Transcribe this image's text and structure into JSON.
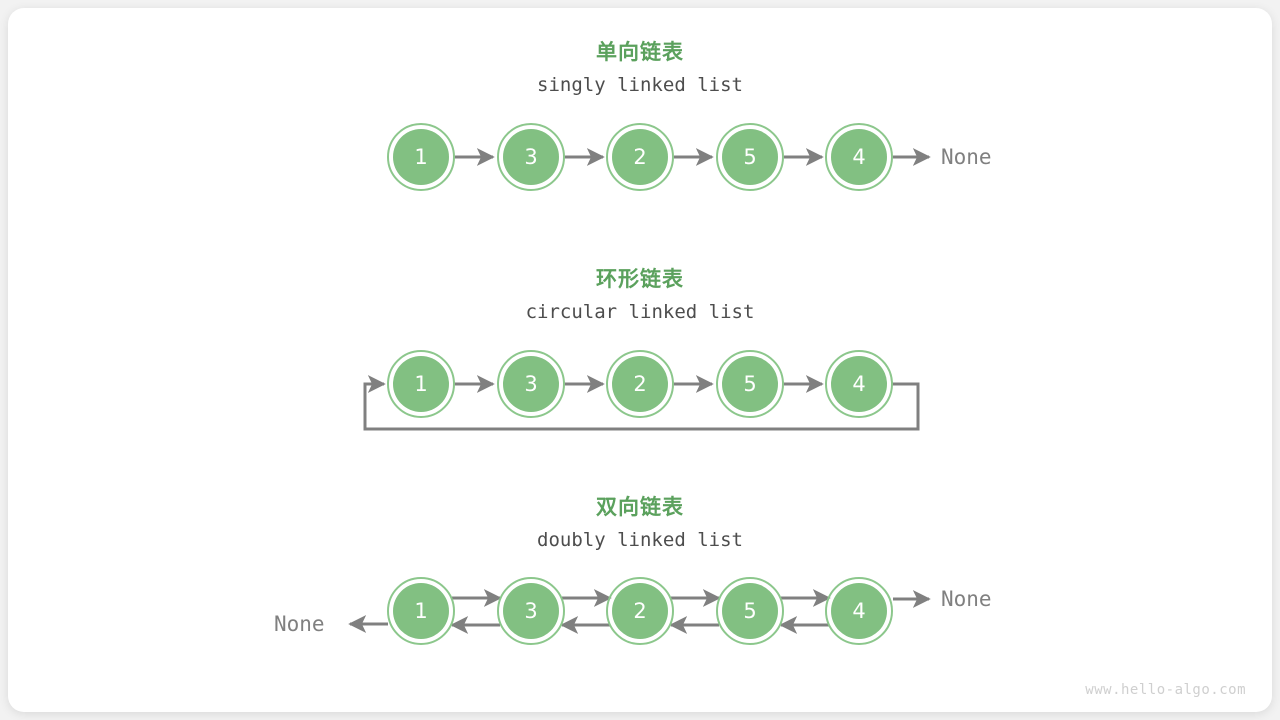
{
  "figure": {
    "watermark": "www.hello-algo.com",
    "colors": {
      "node_fill": "#82c082",
      "node_ring": "#8cc78c",
      "arrow": "#808080",
      "title_green": "#5ba15d",
      "text_gray": "#4d4d4d",
      "none_gray": "#808080",
      "card_bg": "#ffffff",
      "page_bg": "#f2f2f2",
      "watermark_gray": "#cfcfcf"
    }
  },
  "sections": [
    {
      "id": "singly",
      "title_cn": "单向链表",
      "title_en": "singly linked list",
      "nodes": [
        "1",
        "3",
        "2",
        "5",
        "4"
      ],
      "tail_label": "None",
      "head_label": "",
      "loop_back": false
    },
    {
      "id": "circular",
      "title_cn": "环形链表",
      "title_en": "circular linked list",
      "nodes": [
        "1",
        "3",
        "2",
        "5",
        "4"
      ],
      "tail_label": "",
      "head_label": "",
      "loop_back": true
    },
    {
      "id": "doubly",
      "title_cn": "双向链表",
      "title_en": "doubly linked list",
      "nodes": [
        "1",
        "3",
        "2",
        "5",
        "4"
      ],
      "tail_label": "None",
      "head_label": "None",
      "loop_back": false
    }
  ]
}
